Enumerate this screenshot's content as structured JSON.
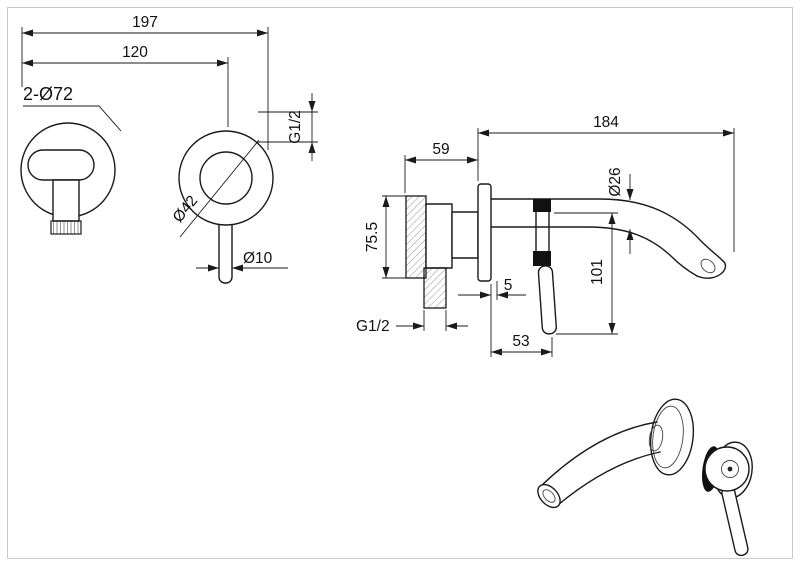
{
  "drawing": {
    "background": "#ffffff",
    "line_color": "#1a1a1a",
    "front_view": {
      "dim_overall_width": "197",
      "dim_hole_centers": "120",
      "label_escutcheons": "2-Ø72",
      "label_inlet_thread": "G1/2",
      "label_trim_diameter": "Ø42",
      "label_lever_diameter": "Ø10"
    },
    "side_view": {
      "dim_body_depth": "59",
      "dim_spout_reach": "184",
      "dim_body_height": "75.5",
      "label_spout_diameter": "Ø26",
      "dim_spout_drop": "101",
      "dim_plate_gap": "5",
      "label_inlet_thread": "G1/2",
      "dim_handle_projection": "53"
    }
  }
}
